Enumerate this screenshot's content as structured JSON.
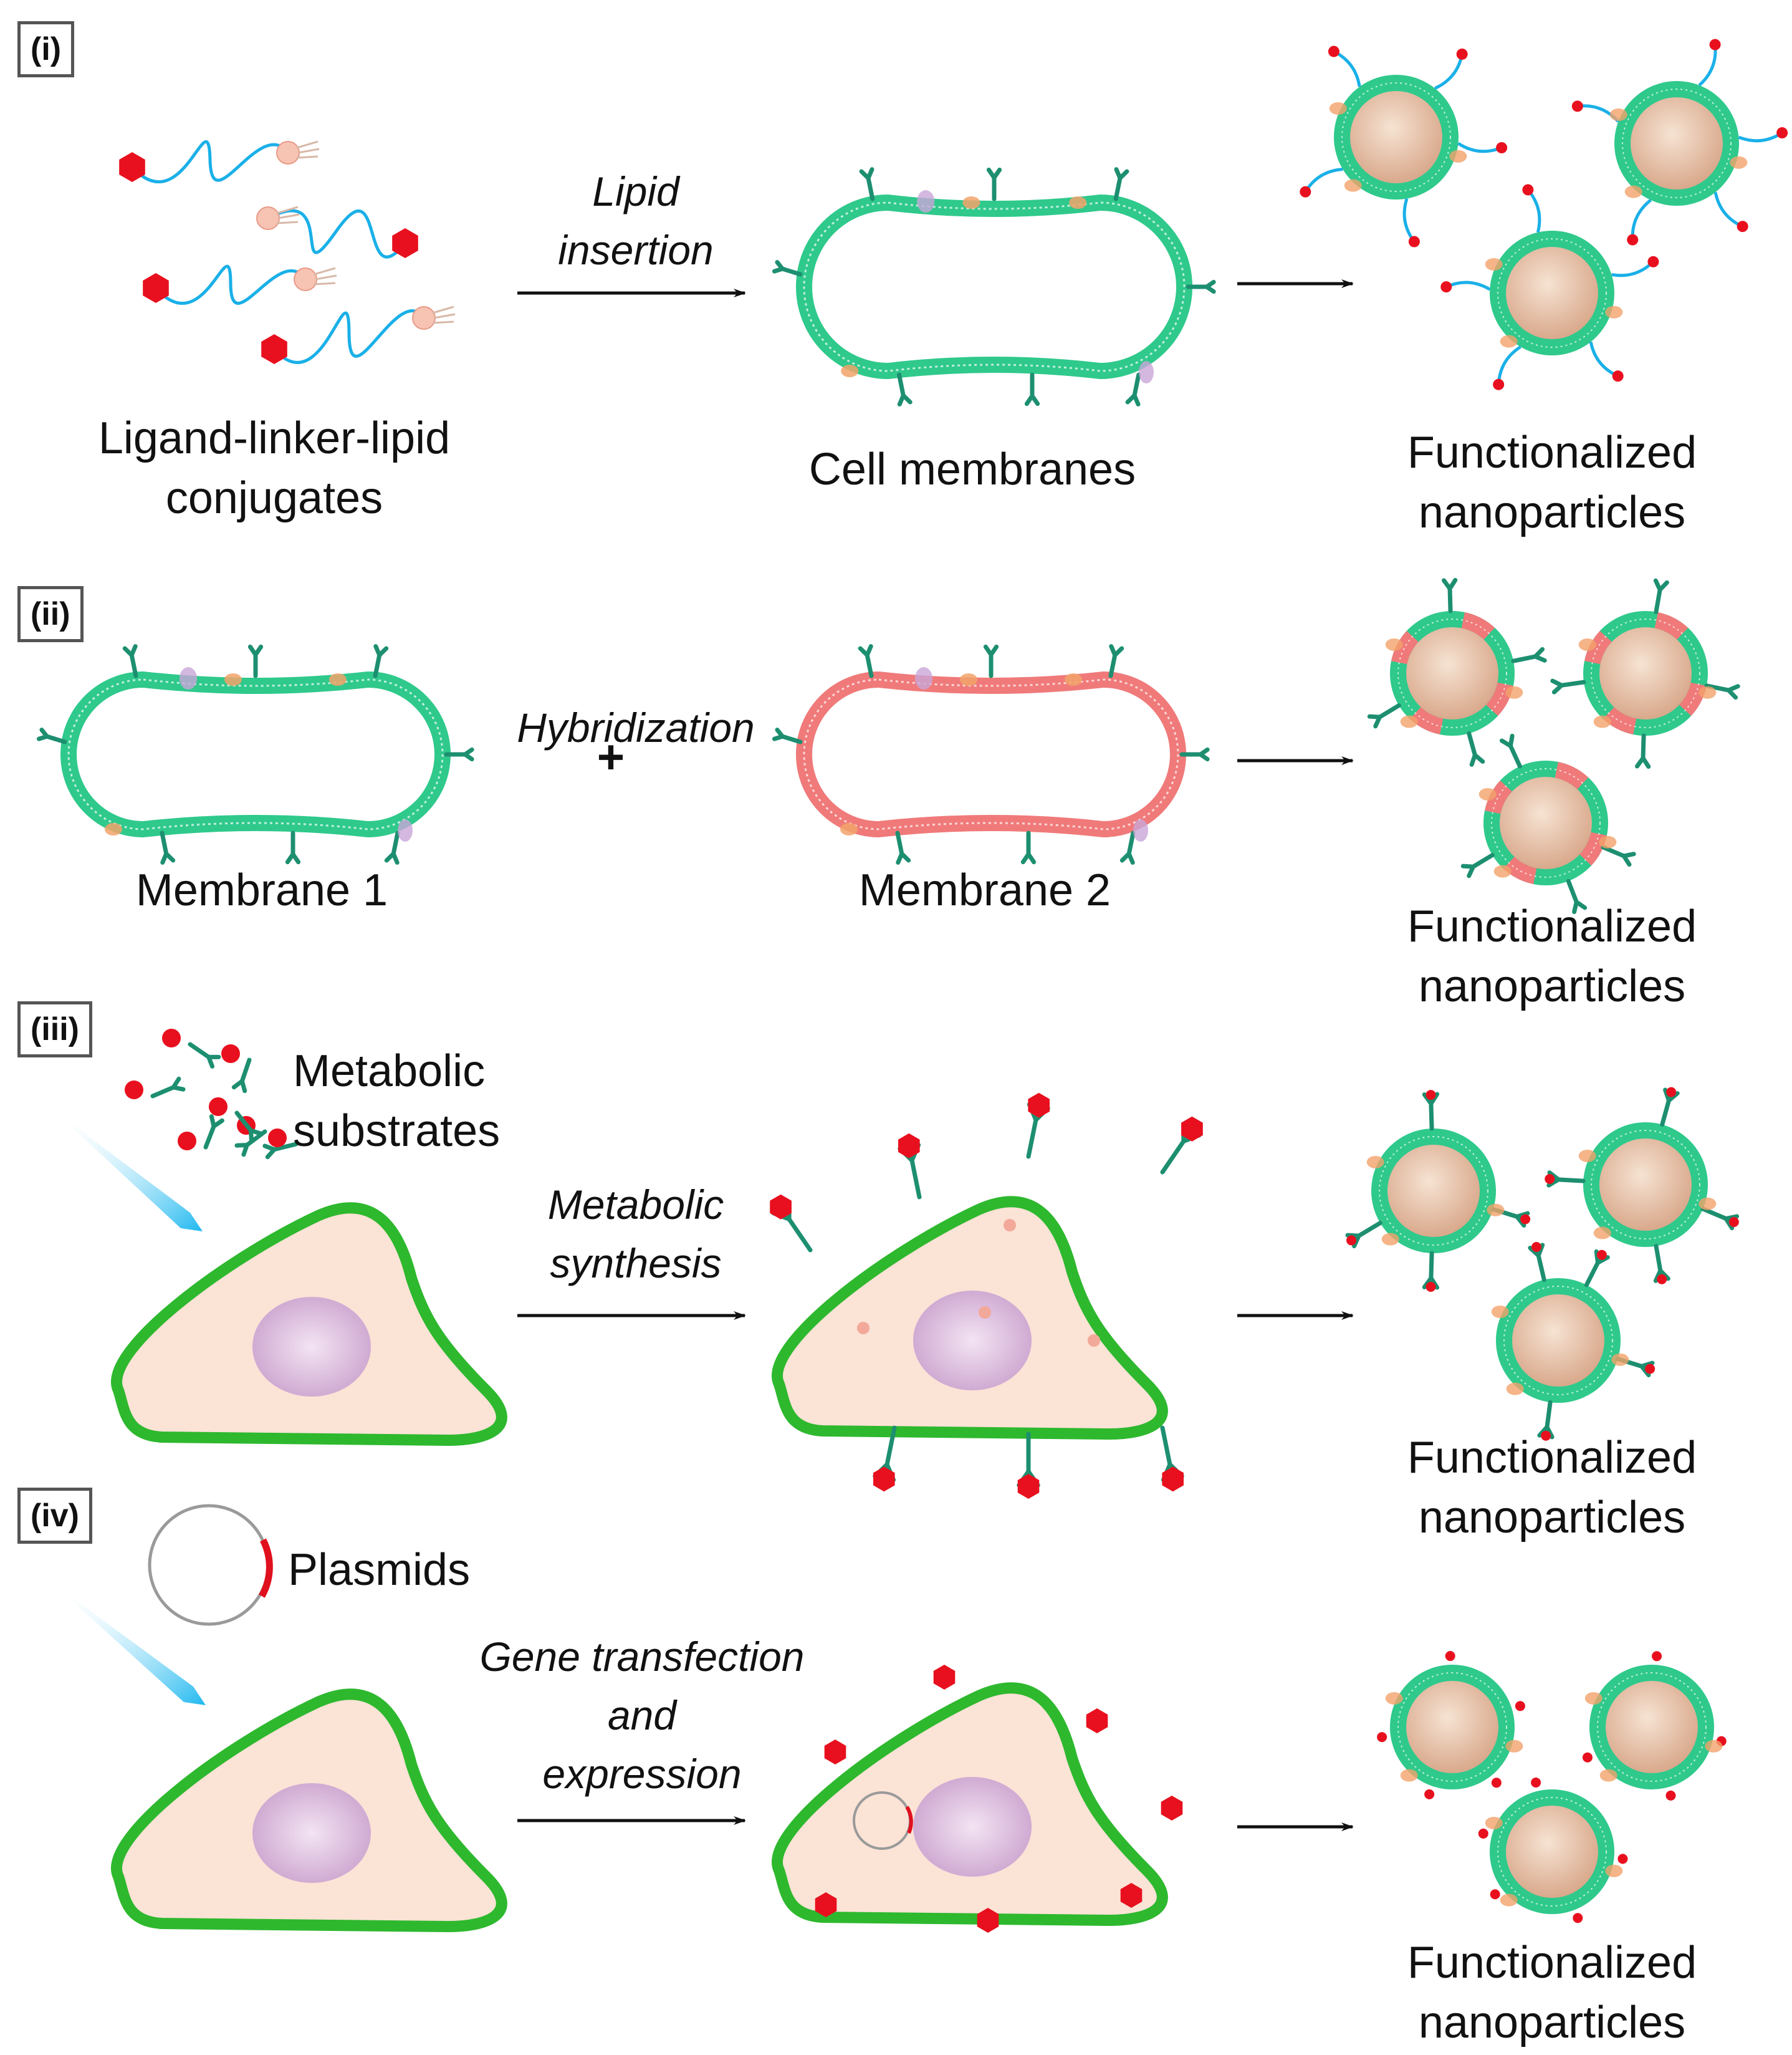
{
  "panels": [
    {
      "tag": "(i)",
      "left_label": [
        "Ligand-linker-lipid",
        "conjugates"
      ],
      "step_label": [
        "Lipid",
        "insertion"
      ],
      "middle_label": [
        "Cell membranes"
      ],
      "result_label": [
        "Functionalized",
        "nanoparticles"
      ]
    },
    {
      "tag": "(ii)",
      "left_label": [
        "Membrane 1"
      ],
      "step_label": [
        "Hybridization"
      ],
      "step_symbol": "+",
      "middle_label": [
        "Membrane 2"
      ],
      "result_label": [
        "Functionalized",
        "nanoparticles"
      ]
    },
    {
      "tag": "(iii)",
      "input_label": [
        "Metabolic",
        "substrates"
      ],
      "step_label": [
        "Metabolic",
        "synthesis"
      ],
      "result_label": [
        "Functionalized",
        "nanoparticles"
      ]
    },
    {
      "tag": "(iv)",
      "input_label": [
        "Plasmids"
      ],
      "step_label": [
        "Gene transfection",
        "and",
        "expression"
      ],
      "result_label": [
        "Functionalized",
        "nanoparticles"
      ]
    }
  ],
  "colors": {
    "membrane_green": "#2fc98c",
    "membrane_red": "#f07a7a",
    "cell_outline": "#2eb82e",
    "cell_fill": "#fbe3d6",
    "nucleus": "#d9b6da",
    "ligand": "#e8101e",
    "linker": "#1ab0e8",
    "arrow": "#111111",
    "input_arrow": "#3cc8f5"
  }
}
